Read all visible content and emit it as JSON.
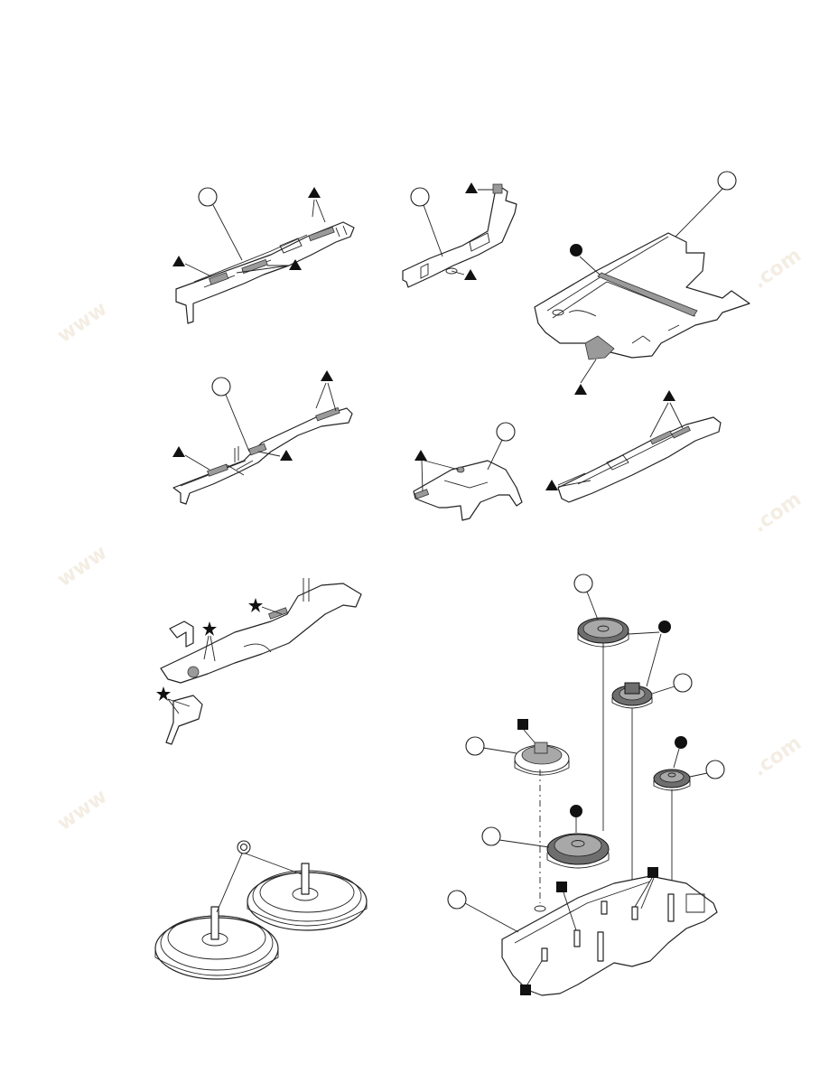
{
  "figure": {
    "description_labels": [],
    "legend_markers": {
      "triangle": "triangle-marker",
      "circle": "filled-circle-marker",
      "square": "filled-square-marker",
      "star": "star-marker",
      "double_circle": "double-circle-marker"
    },
    "colors": {
      "line": "#222222",
      "shade": "#9a9a9a",
      "gear": "#6e6e6e",
      "background": "#ffffff"
    }
  }
}
